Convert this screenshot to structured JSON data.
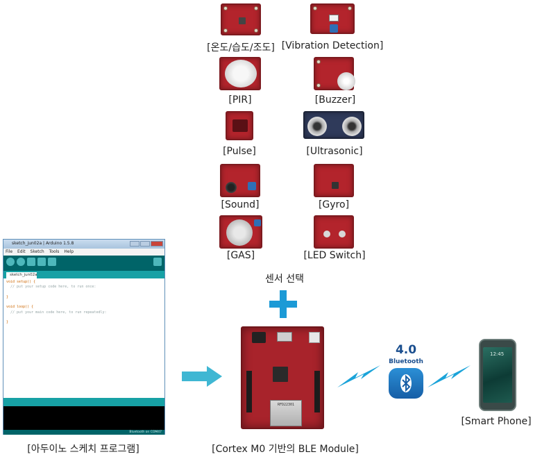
{
  "sensors": {
    "temp_humidity_light": "[온도/습도/조도]",
    "vibration": "[Vibration Detection]",
    "pir": "[PIR]",
    "buzzer": "[Buzzer]",
    "pulse": "[Pulse]",
    "ultrasonic": "[Ultrasonic]",
    "sound": "[Sound]",
    "gyro": "[Gyro]",
    "gas": "[GAS]",
    "led_switch": "[LED Switch]"
  },
  "sensor_select_label": "센서 선택",
  "arduino": {
    "caption": "[아두이노 스케치 프로그램]",
    "window_title": "sketch_jun02a | Arduino 1.5.8",
    "menu": [
      "File",
      "Edit",
      "Sketch",
      "Tools",
      "Help"
    ],
    "tab_label": "sketch_jun02a",
    "code_lines": [
      "void setup() {",
      "  // put your setup code here, to run once:",
      "",
      "}",
      "",
      "void loop() {",
      "  // put your main code here, to run repeatedly:",
      "",
      "}"
    ],
    "footer_text": "Bluetooth on COM47"
  },
  "ble_module": {
    "caption": "[Cortex M0 기반의 BLE Module]",
    "chip_text": "RFD22301"
  },
  "bluetooth": {
    "version": "4.0",
    "brand": "Bluetooth"
  },
  "phone": {
    "caption": "[Smart Phone]",
    "clock": "12:45"
  },
  "colors": {
    "arrow": "#3fb7d3",
    "plus": "#1c9ad6",
    "lightning": "#1aa3d9",
    "board_red": "#b3242c",
    "arduino_teal": "#006468"
  }
}
